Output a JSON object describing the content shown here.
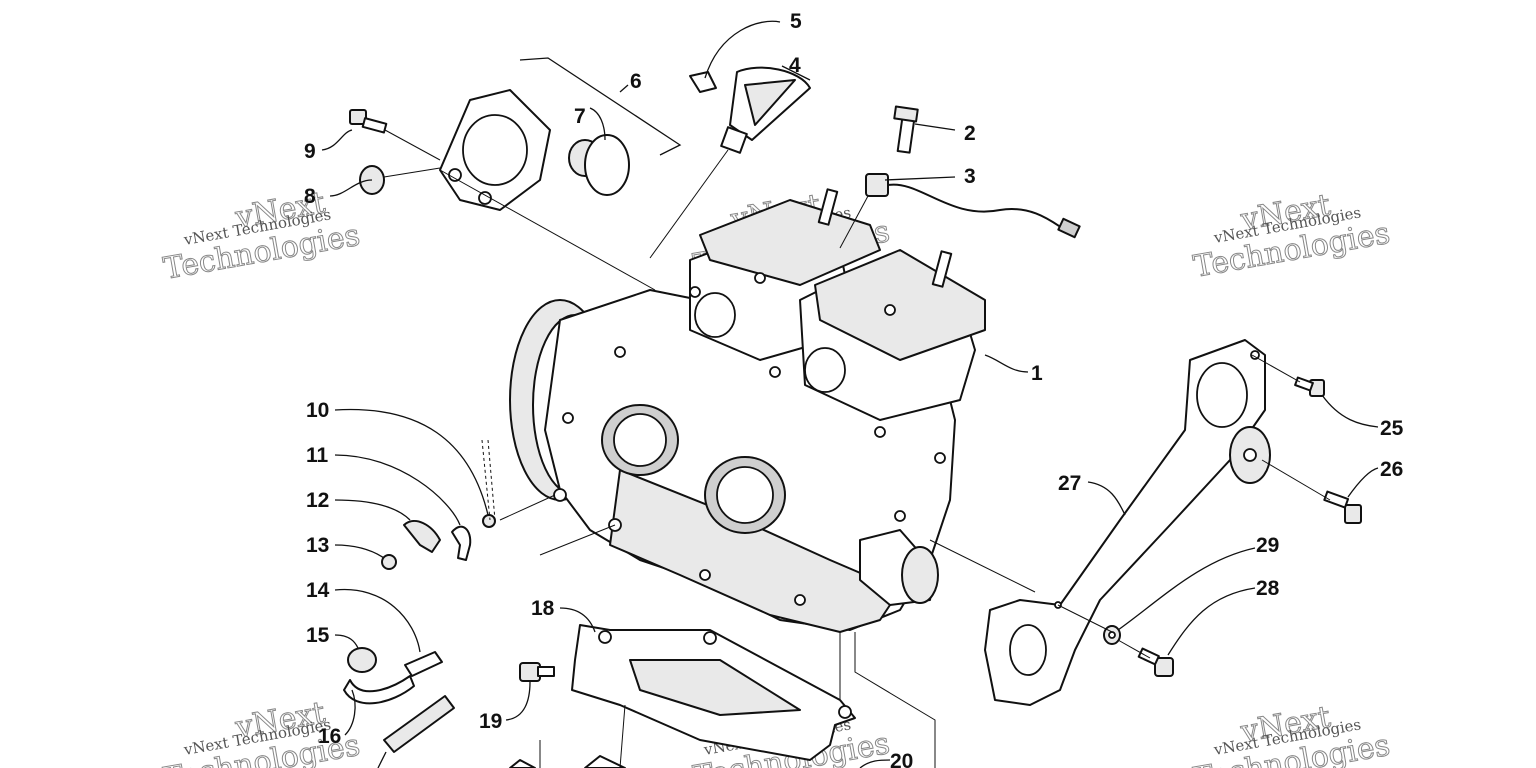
{
  "callouts": {
    "c1": "1",
    "c2": "2",
    "c3": "3",
    "c4": "4",
    "c5": "5",
    "c6": "6",
    "c7": "7",
    "c8": "8",
    "c9": "9",
    "c10": "10",
    "c11": "11",
    "c12": "12",
    "c13": "13",
    "c14": "14",
    "c15": "15",
    "c16": "16",
    "c18": "18",
    "c19": "19",
    "c20": "20",
    "c25": "25",
    "c26": "26",
    "c27": "27",
    "c28": "28",
    "c29": "29"
  },
  "watermark": {
    "small": "vNext Technologies",
    "big_line1": "vNext",
    "big_line2": "Technologies"
  }
}
